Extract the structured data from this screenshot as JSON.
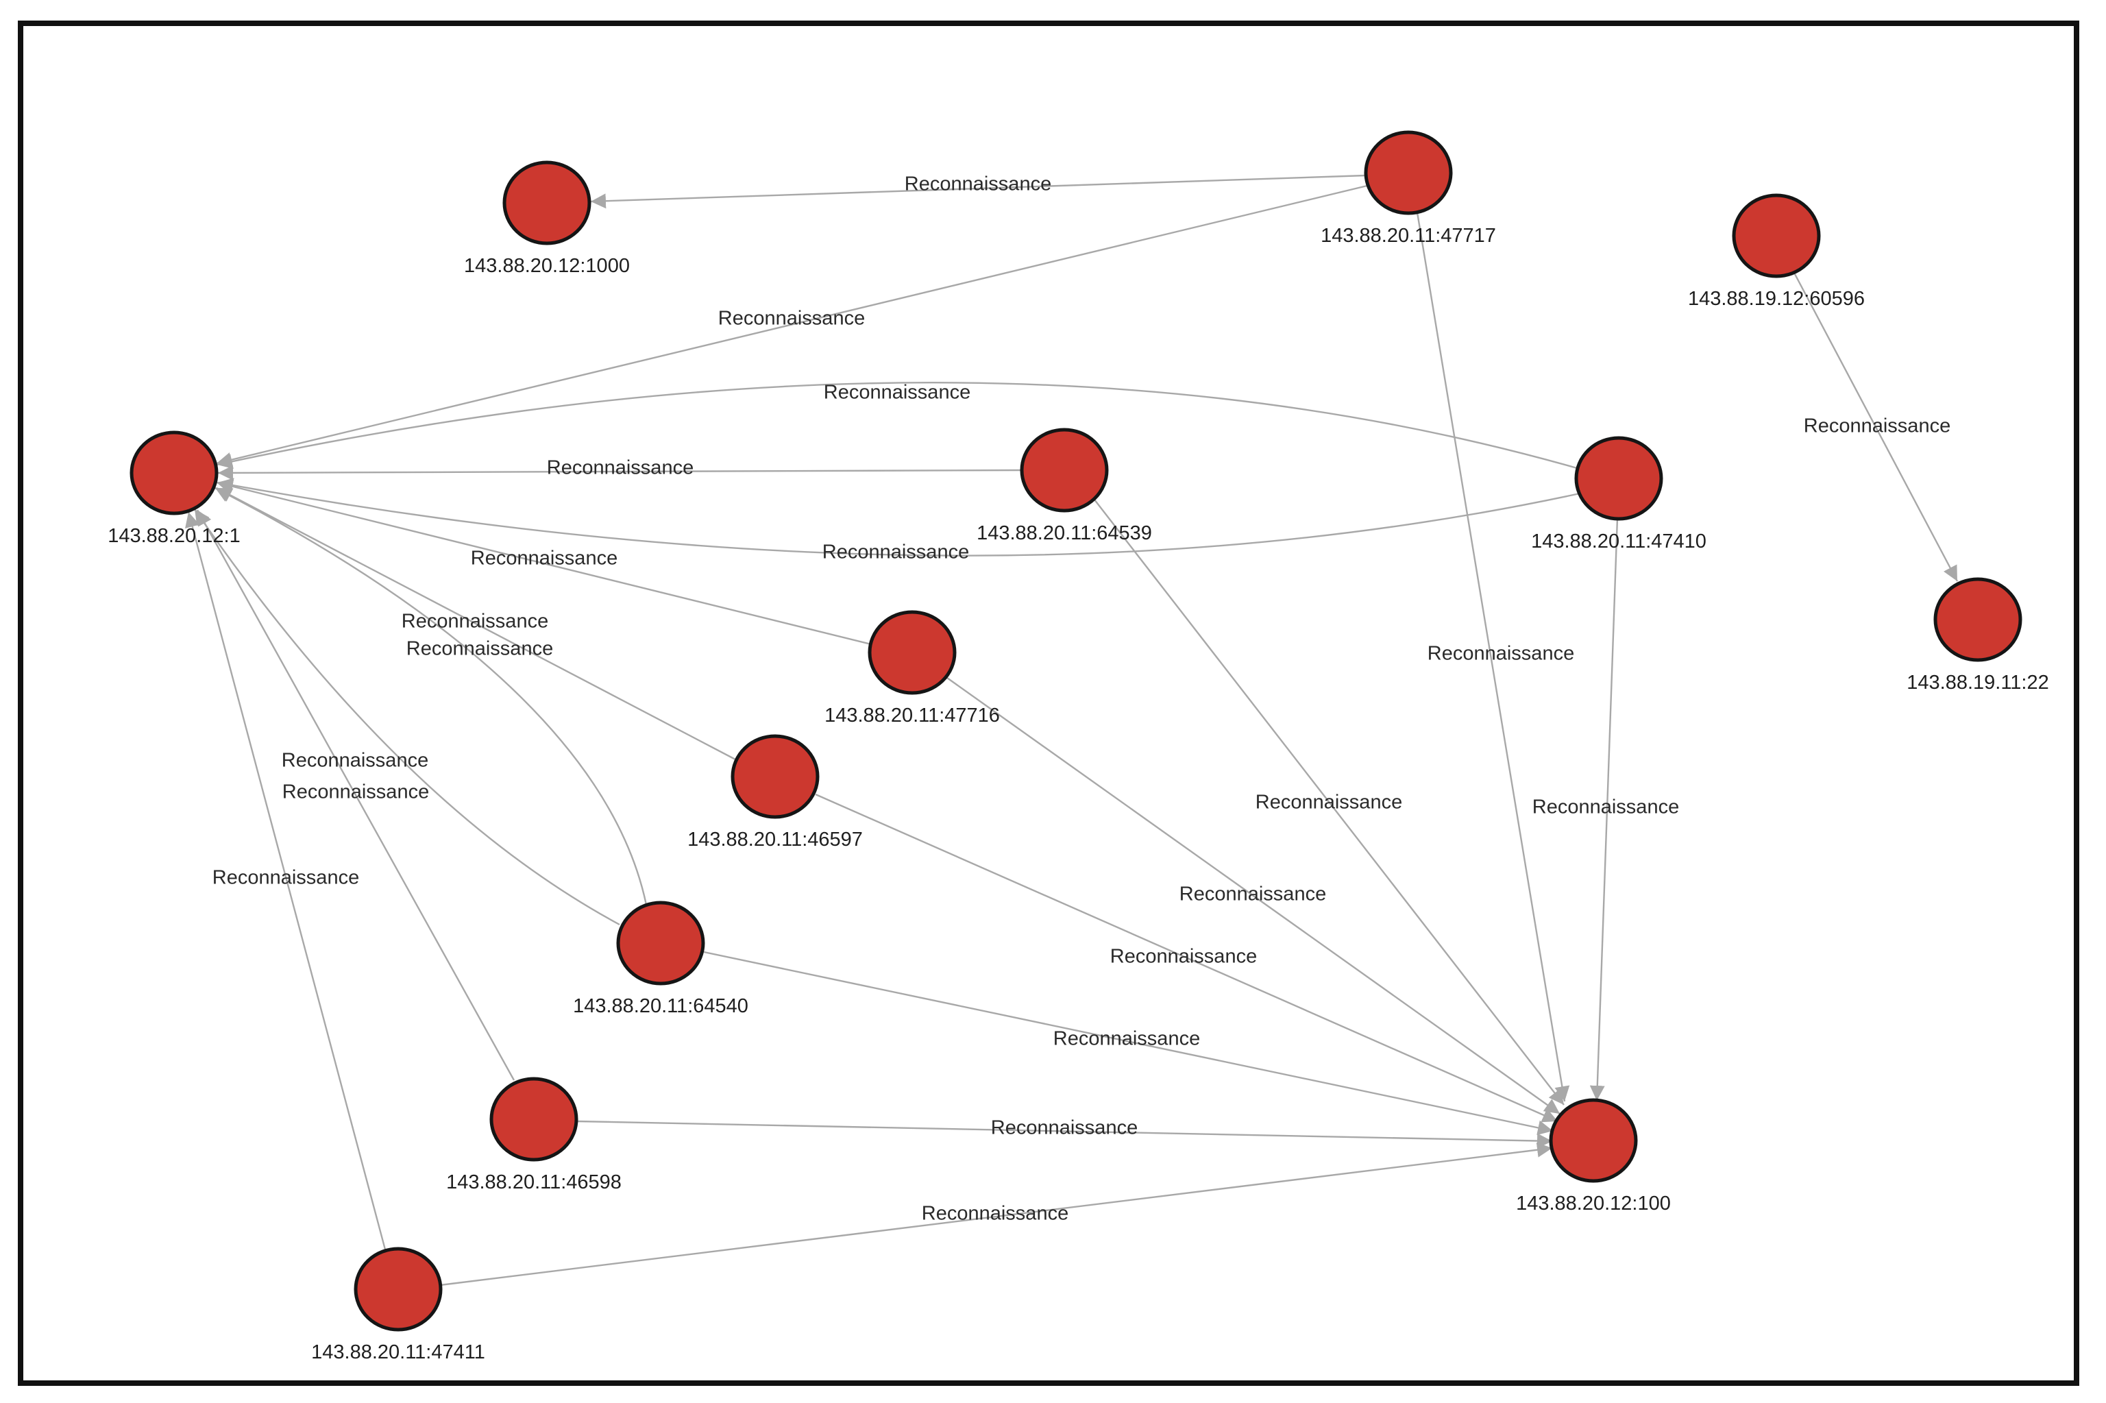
{
  "graph": {
    "node_color": "#cc382f",
    "node_stroke_color": "#151515",
    "edge_color": "#a8a8a8",
    "nodes": [
      {
        "id": "n12_1000",
        "label": "143.88.20.12:1000"
      },
      {
        "id": "n11_47717",
        "label": "143.88.20.11:47717"
      },
      {
        "id": "n19_12_60596",
        "label": "143.88.19.12:60596"
      },
      {
        "id": "n12_1",
        "label": "143.88.20.12:1"
      },
      {
        "id": "n11_64539",
        "label": "143.88.20.11:64539"
      },
      {
        "id": "n11_47410",
        "label": "143.88.20.11:47410"
      },
      {
        "id": "n19_11_22",
        "label": "143.88.19.11:22"
      },
      {
        "id": "n11_47716",
        "label": "143.88.20.11:47716"
      },
      {
        "id": "n11_46597",
        "label": "143.88.20.11:46597"
      },
      {
        "id": "n11_64540",
        "label": "143.88.20.11:64540"
      },
      {
        "id": "n11_46598",
        "label": "143.88.20.11:46598"
      },
      {
        "id": "n12_100",
        "label": "143.88.20.12:100"
      },
      {
        "id": "n11_47411",
        "label": "143.88.20.11:47411"
      }
    ],
    "edges": [
      {
        "source": "n11_47717",
        "target": "n12_1000",
        "label": "Reconnaissance"
      },
      {
        "source": "n11_47717",
        "target": "n12_1",
        "label": "Reconnaissance"
      },
      {
        "source": "n11_47717",
        "target": "n12_100",
        "label": "Reconnaissance"
      },
      {
        "source": "n19_12_60596",
        "target": "n19_11_22",
        "label": "Reconnaissance"
      },
      {
        "source": "n11_47410",
        "target": "n12_1",
        "label": "Reconnaissance"
      },
      {
        "source": "n11_47410",
        "target": "n12_1",
        "label": "Reconnaissance"
      },
      {
        "source": "n11_64539",
        "target": "n12_1",
        "label": "Reconnaissance"
      },
      {
        "source": "n11_47410",
        "target": "n12_100",
        "label": "Reconnaissance"
      },
      {
        "source": "n11_47716",
        "target": "n12_1",
        "label": "Reconnaissance"
      },
      {
        "source": "n11_46597",
        "target": "n12_1",
        "label": "Reconnaissance"
      },
      {
        "source": "n11_64540",
        "target": "n12_1",
        "label": "Reconnaissance"
      },
      {
        "source": "n11_64540",
        "target": "n12_1",
        "label": "Reconnaissance"
      },
      {
        "source": "n11_46598",
        "target": "n12_1",
        "label": "Reconnaissance"
      },
      {
        "source": "n11_47411",
        "target": "n12_1",
        "label": "Reconnaissance"
      },
      {
        "source": "n11_64539",
        "target": "n12_100",
        "label": "Reconnaissance"
      },
      {
        "source": "n11_47716",
        "target": "n12_100",
        "label": "Reconnaissance"
      },
      {
        "source": "n11_46597",
        "target": "n12_100",
        "label": "Reconnaissance"
      },
      {
        "source": "n11_64540",
        "target": "n12_100",
        "label": "Reconnaissance"
      },
      {
        "source": "n11_46598",
        "target": "n12_100",
        "label": "Reconnaissance"
      },
      {
        "source": "n11_47411",
        "target": "n12_100",
        "label": "Reconnaissance"
      }
    ]
  }
}
